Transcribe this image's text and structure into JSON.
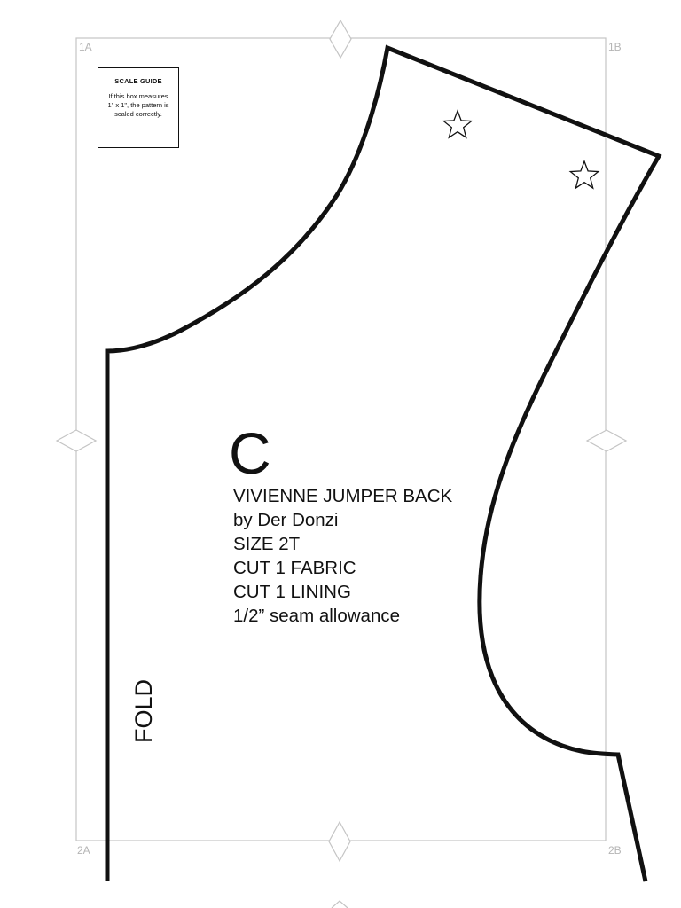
{
  "tiles": {
    "top_left": "1A",
    "top_right": "1B",
    "bottom_left": "2A",
    "bottom_right": "2B"
  },
  "scale_guide": {
    "title": "SCALE GUIDE",
    "line1": "If this box measures",
    "line2": "1\" x 1\", the pattern is",
    "line3": "scaled correctly."
  },
  "piece": {
    "letter": "C",
    "name": "VIVIENNE JUMPER BACK",
    "designer": "by Der Donzi",
    "size": "SIZE 2T",
    "cut_fabric": "CUT 1 FABRIC",
    "cut_lining": "CUT 1 LINING",
    "seam_allowance": "1/2” seam allowance"
  },
  "fold_label": "FOLD",
  "colors": {
    "outline": "#111111",
    "tile_border": "#c4c4c4",
    "tile_label": "#b5b5b5",
    "background": "#ffffff"
  },
  "icons": {
    "shoulder_notches": [
      "star-icon",
      "star-icon"
    ],
    "alignment_marks": "diamond-icon"
  }
}
